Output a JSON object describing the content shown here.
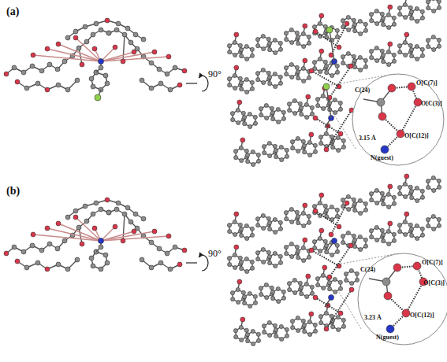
{
  "diagram": {
    "labels": [
      "(a)",
      "90°",
      "C(24)",
      "O[C(7)]",
      "O[C(3)]",
      "O[C(12)]",
      "3.15 Å",
      "N(guest)",
      "(b)",
      "90°",
      "C(24)",
      "O[C(7)]",
      "O[C(3)]",
      "O[C(12)]",
      "3.23 Å",
      "N(guest)"
    ]
  }
}
